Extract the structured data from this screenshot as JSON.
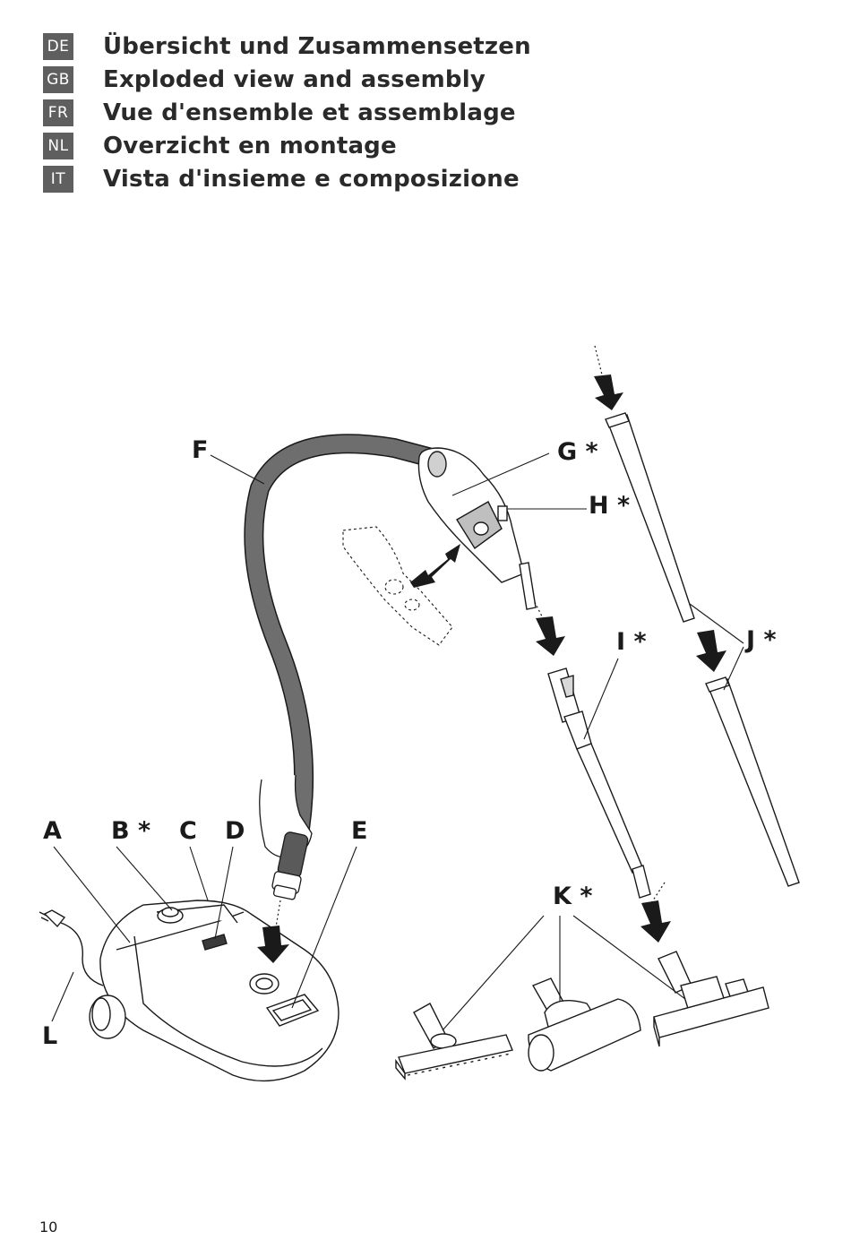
{
  "header": {
    "languages": [
      {
        "code": "DE",
        "title": "Übersicht und Zusammensetzen"
      },
      {
        "code": "GB",
        "title": "Exploded view and assembly"
      },
      {
        "code": "FR",
        "title": "Vue d'ensemble et assemblage"
      },
      {
        "code": "NL",
        "title": "Overzicht en montage"
      },
      {
        "code": "IT",
        "title": "Vista d'insieme e composizione"
      }
    ]
  },
  "illustration": {
    "labels": {
      "A": "A",
      "B": "B *",
      "C": "C",
      "D": "D",
      "E": "E",
      "F": "F",
      "G": "G *",
      "H": "H *",
      "I": "I *",
      "J": "J *",
      "K": "K *",
      "L": "L"
    }
  },
  "footer": {
    "page_number": "10"
  },
  "colors": {
    "badge": "#5f5f5f",
    "hose": "#6e6e6e",
    "ink": "#1a1a1a"
  }
}
